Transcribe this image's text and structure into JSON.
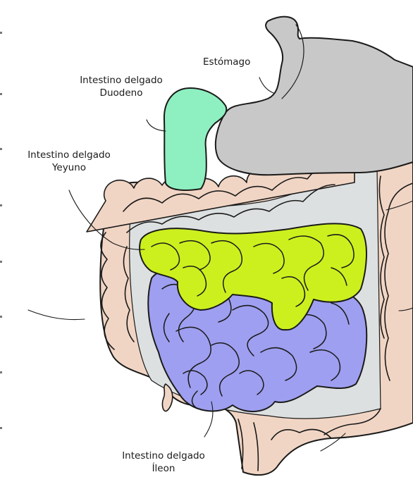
{
  "labels": {
    "stomach": "Estómago",
    "duodenum": [
      "Intestino delgado",
      "Duodeno"
    ],
    "jejunum": [
      "Intestino delgado",
      "Yeyuno"
    ],
    "ileum": [
      "Intestino delgado",
      "Íleon"
    ]
  },
  "colors": {
    "stomach": "#c8c8c8",
    "duodenum": "#8ef0c0",
    "jejunum": "#ccf01e",
    "ileum": "#9e9ff0",
    "large_intestine": "#f1d5c4",
    "outline": "#1a1a1a",
    "mesentery": "#dde0e0"
  }
}
